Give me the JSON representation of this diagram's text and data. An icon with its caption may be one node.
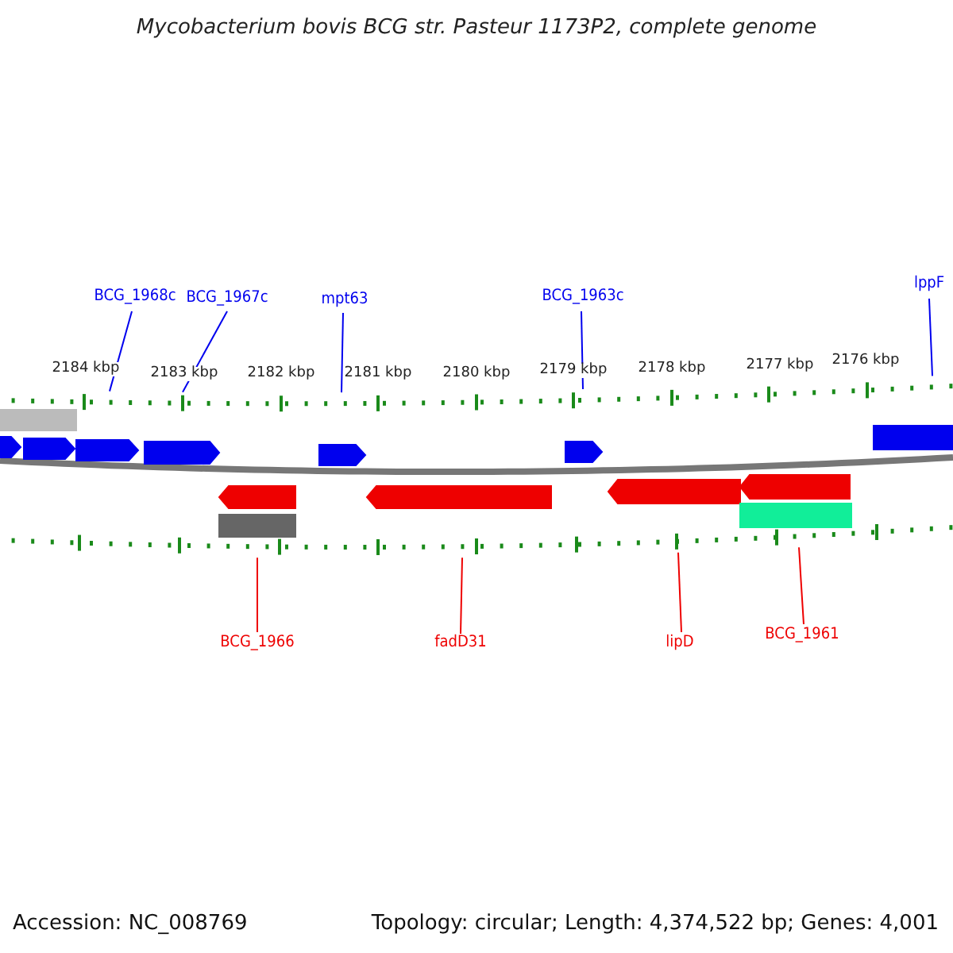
{
  "diagram": {
    "title": "Mycobacterium bovis BCG str. Pasteur 1173P2, complete genome",
    "nodes": [
      {
        "text": [
          "BCG_1968c"
        ]
      },
      {
        "text": [
          "BCG_1967c"
        ]
      },
      {
        "text": [
          "mpt63"
        ]
      },
      {
        "text": [
          "BCG_1963c"
        ]
      },
      {
        "text": [
          "lppF"
        ]
      },
      {
        "text": [
          "BCG_1966"
        ]
      },
      {
        "text": [
          "fadD31"
        ]
      },
      {
        "text": [
          "lipD"
        ]
      },
      {
        "text": [
          "BCG_1961"
        ]
      },
      {
        "text": [],
        "shape": "bar"
      },
      {
        "text": [],
        "shape": "bar"
      }
    ],
    "edges": [
      {
        "from": 0,
        "to": 9,
        "arrow": "none"
      },
      {
        "from": 1,
        "to": 9,
        "arrow": "none"
      },
      {
        "from": 2,
        "to": 9,
        "arrow": "none"
      },
      {
        "from": 3,
        "to": 9,
        "arrow": "none"
      },
      {
        "from": 4,
        "to": 9,
        "arrow": "none"
      },
      {
        "from": 5,
        "to": 10,
        "arrow": "none",
        "color": "#ee0000"
      },
      {
        "from": 6,
        "to": 10,
        "arrow": "none",
        "color": "#ee0000"
      },
      {
        "from": 7,
        "to": 10,
        "arrow": "none",
        "color": "#ee0000"
      },
      {
        "from": 8,
        "to": 10,
        "arrow": "none",
        "color": "#ee0000"
      }
    ],
    "labels": [
      "2184 kbp",
      "2183 kbp",
      "2182 kbp",
      "2181 kbp",
      "2180 kbp",
      "2179 kbp",
      "2178 kbp",
      "2177 kbp",
      "2176 kbp",
      "Accession: NC_008769",
      "Topology: circular; Length: 4,374,522 bp; Genes: 4,001"
    ]
  }
}
